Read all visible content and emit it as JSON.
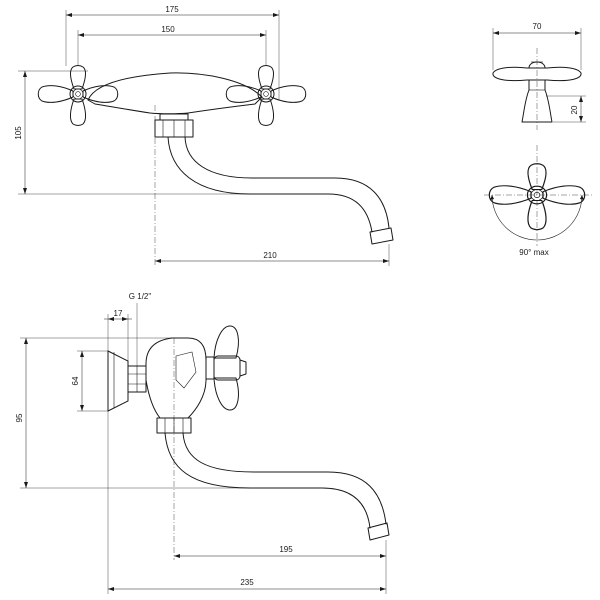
{
  "front_view": {
    "dim_overall_width": "175",
    "dim_handle_spacing": "150",
    "dim_height": "105",
    "dim_spout_reach": "210"
  },
  "handle_view": {
    "dim_handle_width": "70",
    "dim_handle_height": "20",
    "rotation_label": "90° max"
  },
  "side_view": {
    "thread_label": "G 1/2\"",
    "dim_offset": "17",
    "dim_flange_height": "64",
    "dim_height": "95",
    "dim_spout_reach": "195",
    "dim_total_depth": "235"
  }
}
